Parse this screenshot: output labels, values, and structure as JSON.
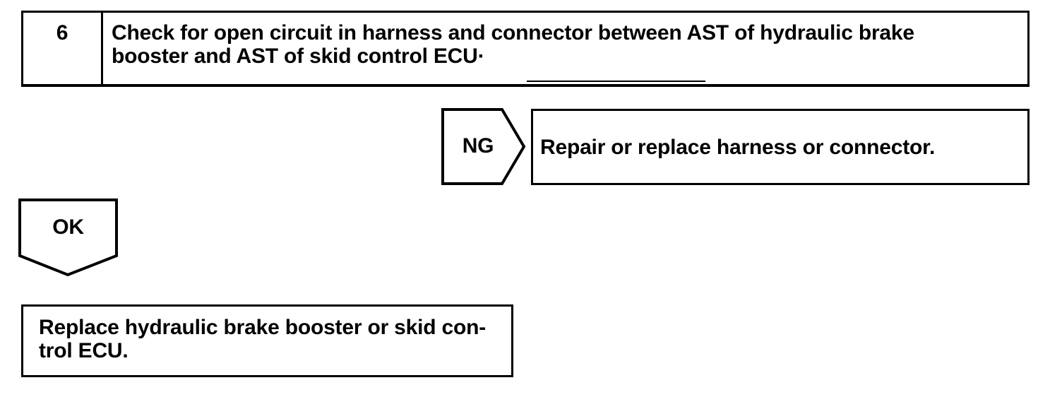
{
  "colors": {
    "background": "#ffffff",
    "ink": "#000000"
  },
  "flowchart": {
    "step": {
      "number": "6",
      "instruction_lines": [
        "Check for open circuit in harness and connector between AST of hydraulic brake",
        "booster and AST of skid control ECU·"
      ]
    },
    "ng_branch": {
      "connector_label": "NG",
      "action": "Repair or replace harness or connector."
    },
    "ok_branch": {
      "connector_label": "OK"
    },
    "conclusion": {
      "action_lines": [
        "Replace hydraulic brake booster or skid con-",
        "trol ECU."
      ]
    }
  }
}
